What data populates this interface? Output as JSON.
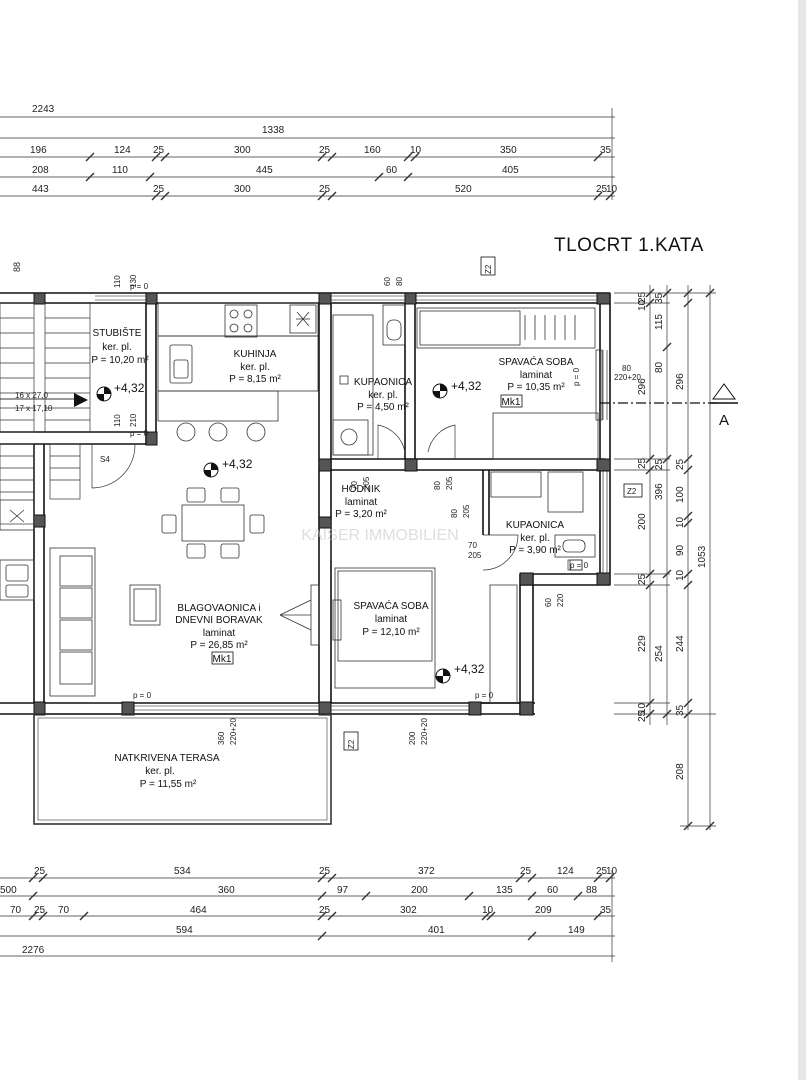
{
  "title": "TLOCRT 1.KATA",
  "section_marker": "A",
  "top_dimensions": {
    "row1": [
      "2243"
    ],
    "row2": [
      "1338"
    ],
    "row3": [
      "196",
      "124",
      "25",
      "300",
      "25",
      "160",
      "10",
      "350",
      "35"
    ],
    "row4": [
      "208",
      "110",
      "445",
      "60",
      "405"
    ],
    "row5": [
      "443",
      "25",
      "300",
      "25",
      "520",
      "25",
      "10"
    ]
  },
  "bottom_dimensions": {
    "row1": [
      "25",
      "534",
      "25",
      "372",
      "25",
      "124",
      "25",
      "10"
    ],
    "row2": [
      "500",
      "360",
      "97",
      "200",
      "135",
      "60",
      "88"
    ],
    "row3": [
      "70",
      "25",
      "70",
      "464",
      "25",
      "302",
      "10",
      "209",
      "35"
    ],
    "row4": [
      "594",
      "401",
      "149"
    ],
    "row5": [
      "2276"
    ]
  },
  "right_dimensions": {
    "col1": [
      "25",
      "10",
      "296",
      "80",
      "25",
      "200",
      "10",
      "25",
      "229",
      "10",
      "25"
    ],
    "col2": [
      "35",
      "115",
      "80",
      "25",
      "396",
      "254"
    ],
    "col3": [
      "296",
      "25",
      "100",
      "10",
      "90",
      "10",
      "244",
      "35",
      "208"
    ],
    "col4": [
      "1053"
    ]
  },
  "rooms": [
    {
      "name": "STUBIŠTE",
      "floor": "ker. pl.",
      "area": "P = 10,20 m²"
    },
    {
      "name": "KUHINJA",
      "floor": "ker. pl.",
      "area": "P = 8,15 m²"
    },
    {
      "name": "KUPAONICA",
      "floor": "ker. pl.",
      "area": "P = 4,50 m²"
    },
    {
      "name": "SPAVAĆA SOBA",
      "floor": "laminat",
      "area": "P = 10,35 m²",
      "tag": "Mk1"
    },
    {
      "name": "HODNIK",
      "floor": "laminat",
      "area": "P = 3,20 m²"
    },
    {
      "name": "KUPAONICA",
      "floor": "ker. pl.",
      "area": "P = 3,90 m²"
    },
    {
      "name_line1": "BLAGOVAONICA i",
      "name_line2": "DNEVNI BORAVAK",
      "floor": "laminat",
      "area": "P = 26,85 m²",
      "tag": "Mk1"
    },
    {
      "name": "SPAVAĆA SOBA",
      "floor": "laminat",
      "area": "P = 12,10 m²"
    },
    {
      "name": "NATKRIVENA TERASA",
      "floor": "ker. pl.",
      "area": "P = 11,55 m²"
    }
  ],
  "level": "+4,32",
  "stair": {
    "line1": "16 x 27,0",
    "line2": "17 x 17,10",
    "code": "S4"
  },
  "small_labels": {
    "p0": "p = 0",
    "z2": "Z2",
    "d110": "110",
    "d130": "130",
    "d210": "210",
    "d88": "88",
    "d60": "60",
    "d80": "80",
    "d70": "70",
    "d205": "205",
    "d90": "90",
    "d220": "220",
    "d360": "360",
    "d200": "200",
    "d22020": "220+20"
  },
  "watermark": "KAISER IMMOBILIEN"
}
